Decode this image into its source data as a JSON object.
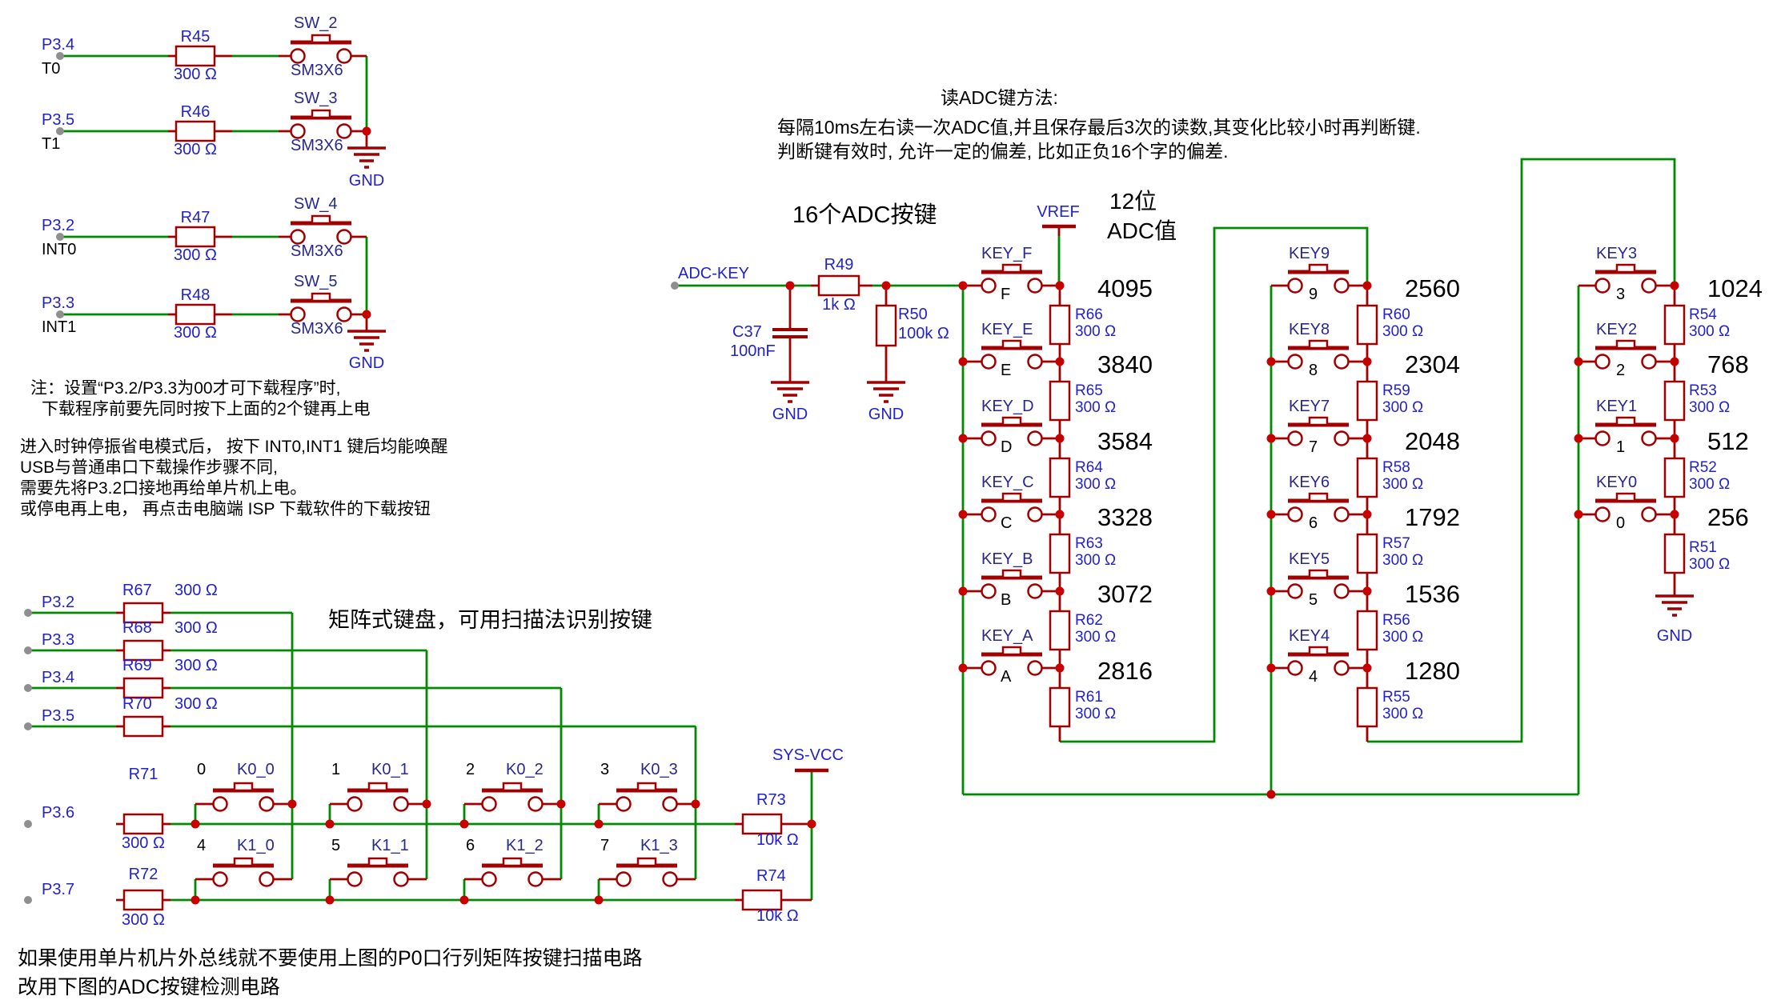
{
  "colors": {
    "wire_green": "#008a00",
    "component_red": "#a00000",
    "junction_red": "#c80000",
    "label_blue": "#2222cc",
    "label_navy": "#28288e",
    "pin_gray": "#8f8f8f",
    "text_black": "#000000"
  },
  "sw_section": {
    "rows": [
      {
        "pin": "P3.4",
        "func": "T0",
        "res": "R45",
        "res_val": "300 Ω",
        "sw": "SW_2",
        "sw_model": "SM3X6"
      },
      {
        "pin": "P3.5",
        "func": "T1",
        "res": "R46",
        "res_val": "300 Ω",
        "sw": "SW_3",
        "sw_model": "SM3X6"
      },
      {
        "pin": "P3.2",
        "func": "INT0",
        "res": "R47",
        "res_val": "300 Ω",
        "sw": "SW_4",
        "sw_model": "SM3X6"
      },
      {
        "pin": "P3.3",
        "func": "INT1",
        "res": "R48",
        "res_val": "300 Ω",
        "sw": "SW_5",
        "sw_model": "SM3X6"
      }
    ],
    "gnd_top": "GND",
    "gnd_bottom": "GND",
    "note1": [
      "注：设置“P3.2/P3.3为00才可下载程序”时,",
      "下载程序前要先同时按下上面的2个键再上电"
    ],
    "note2": [
      "进入时钟停振省电模式后， 按下 INT0,INT1 键后均能唤醒",
      "USB与普通串口下载操作步骤不同,",
      "需要先将P3.2口接地再给单片机上电。",
      "或停电再上电， 再点击电脑端 ISP 下载软件的下载按钮"
    ]
  },
  "matrix": {
    "title": "矩阵式键盘，可用扫描法识别按键",
    "col_pins": [
      {
        "pin": "P3.2",
        "res": "R67",
        "val": "300 Ω"
      },
      {
        "pin": "P3.3",
        "res": "R68",
        "val": "300 Ω"
      },
      {
        "pin": "P3.4",
        "res": "R69",
        "val": "300 Ω"
      },
      {
        "pin": "P3.5",
        "res": "R70",
        "val": "300 Ω"
      }
    ],
    "row_pins": [
      {
        "pin": "P3.6",
        "res": "R71",
        "val": "300 Ω"
      },
      {
        "pin": "P3.7",
        "res": "R72",
        "val": "300 Ω"
      }
    ],
    "keys": [
      [
        {
          "num": "0",
          "name": "K0_0"
        },
        {
          "num": "1",
          "name": "K0_1"
        },
        {
          "num": "2",
          "name": "K0_2"
        },
        {
          "num": "3",
          "name": "K0_3"
        }
      ],
      [
        {
          "num": "4",
          "name": "K1_0"
        },
        {
          "num": "5",
          "name": "K1_1"
        },
        {
          "num": "6",
          "name": "K1_2"
        },
        {
          "num": "7",
          "name": "K1_3"
        }
      ]
    ],
    "pullups": [
      {
        "res": "R73",
        "val": "10k Ω"
      },
      {
        "res": "R74",
        "val": "10k Ω"
      }
    ],
    "vcc": "SYS-VCC",
    "footer": [
      "如果使用单片机片外总线就不要使用上图的P0口行列矩阵按键扫描电路",
      "改用下图的ADC按键检测电路"
    ]
  },
  "adc": {
    "method": [
      "读ADC键方法:",
      "每隔10ms左右读一次ADC值,并且保存最后3次的读数,其变化比较小时再判断键.",
      "判断键有效时, 允许一定的偏差, 比如正负16个字的偏差."
    ],
    "title": "16个ADC按键",
    "bits": [
      "12位",
      "ADC值"
    ],
    "vref": "VREF",
    "input": {
      "net": "ADC-KEY",
      "r_series": "R49",
      "r_series_val": "1k Ω",
      "cap": "C37",
      "cap_val": "100nF",
      "r_pull": "R50",
      "r_pull_val": "100k Ω",
      "gnd1": "GND",
      "gnd2": "GND"
    },
    "columns": [
      {
        "keys": [
          {
            "name": "KEY_F",
            "sub": "F",
            "adc": "4095",
            "res": "R66",
            "res_val": "300 Ω"
          },
          {
            "name": "KEY_E",
            "sub": "E",
            "adc": "3840",
            "res": "R65",
            "res_val": "300 Ω"
          },
          {
            "name": "KEY_D",
            "sub": "D",
            "adc": "3584",
            "res": "R64",
            "res_val": "300 Ω"
          },
          {
            "name": "KEY_C",
            "sub": "C",
            "adc": "3328",
            "res": "R63",
            "res_val": "300 Ω"
          },
          {
            "name": "KEY_B",
            "sub": "B",
            "adc": "3072",
            "res": "R62",
            "res_val": "300 Ω"
          },
          {
            "name": "KEY_A",
            "sub": "A",
            "adc": "2816",
            "res": "R61",
            "res_val": "300 Ω"
          }
        ]
      },
      {
        "keys": [
          {
            "name": "KEY9",
            "sub": "9",
            "adc": "2560",
            "res": "R60",
            "res_val": "300 Ω"
          },
          {
            "name": "KEY8",
            "sub": "8",
            "adc": "2304",
            "res": "R59",
            "res_val": "300 Ω"
          },
          {
            "name": "KEY7",
            "sub": "7",
            "adc": "2048",
            "res": "R58",
            "res_val": "300 Ω"
          },
          {
            "name": "KEY6",
            "sub": "6",
            "adc": "1792",
            "res": "R57",
            "res_val": "300 Ω"
          },
          {
            "name": "KEY5",
            "sub": "5",
            "adc": "1536",
            "res": "R56",
            "res_val": "300 Ω"
          },
          {
            "name": "KEY4",
            "sub": "4",
            "adc": "1280",
            "res": "R55",
            "res_val": "300 Ω"
          }
        ]
      },
      {
        "keys": [
          {
            "name": "KEY3",
            "sub": "3",
            "adc": "1024",
            "res": "R54",
            "res_val": "300 Ω"
          },
          {
            "name": "KEY2",
            "sub": "2",
            "adc": "768",
            "res": "R53",
            "res_val": "300 Ω"
          },
          {
            "name": "KEY1",
            "sub": "1",
            "adc": "512",
            "res": "R52",
            "res_val": "300 Ω"
          },
          {
            "name": "KEY0",
            "sub": "0",
            "adc": "256",
            "res": "R51",
            "res_val": "300 Ω"
          }
        ],
        "gnd": "GND"
      }
    ]
  }
}
